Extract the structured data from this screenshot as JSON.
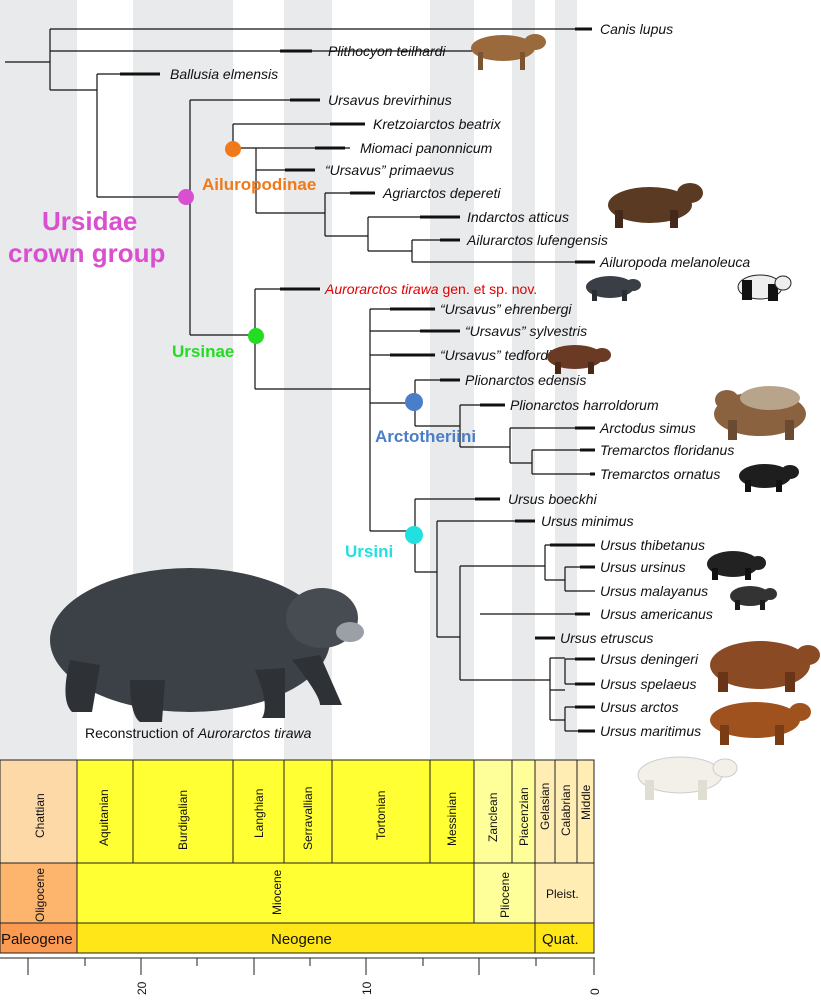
{
  "clades": [
    {
      "label": "Ursidae",
      "color": "#d94fd0"
    },
    {
      "label": "crown group",
      "color": "#d94fd0"
    },
    {
      "label": "Ailuropodinae",
      "color": "#f07a1a"
    },
    {
      "label": "Ursinae",
      "color": "#22dd22"
    },
    {
      "label": "Arctotheriini",
      "color": "#4a7ec8"
    },
    {
      "label": "Ursini",
      "color": "#22e0e0"
    }
  ],
  "taxa": [
    {
      "id": "canis",
      "name": "Canis lupus"
    },
    {
      "id": "plithocyon",
      "name": "Plithocyon teilhardi"
    },
    {
      "id": "ballusia",
      "name": "Ballusia elmensis"
    },
    {
      "id": "ursavus_b",
      "name": "Ursavus brevirhinus"
    },
    {
      "id": "kretzoi",
      "name": "Kretzoiarctos beatrix"
    },
    {
      "id": "miomaci",
      "name": "Miomaci panonnicum"
    },
    {
      "id": "ursavus_p",
      "name": "“Ursavus” primaevus"
    },
    {
      "id": "agriarctos",
      "name": "Agriarctos depereti"
    },
    {
      "id": "indarctos",
      "name": "Indarctos atticus"
    },
    {
      "id": "ailurarctos",
      "name": "Ailurarctos lufengensis"
    },
    {
      "id": "ailuropoda",
      "name": "Ailuropoda melanoleuca"
    },
    {
      "id": "aurorarctos",
      "name": "Aurorarctos tirawa",
      "suffix": " gen. et sp. nov."
    },
    {
      "id": "ursavus_e",
      "name": "“Ursavus” ehrenbergi"
    },
    {
      "id": "ursavus_s",
      "name": "“Ursavus” sylvestris"
    },
    {
      "id": "ursavus_t",
      "name": "“Ursavus” tedfordi"
    },
    {
      "id": "plio_e",
      "name": "Plionarctos edensis"
    },
    {
      "id": "plio_h",
      "name": "Plionarctos harroldorum"
    },
    {
      "id": "arctodus",
      "name": "Arctodus simus"
    },
    {
      "id": "trem_f",
      "name": "Tremarctos floridanus"
    },
    {
      "id": "trem_o",
      "name": "Tremarctos ornatus"
    },
    {
      "id": "u_boeckhi",
      "name": "Ursus boeckhi"
    },
    {
      "id": "u_minimus",
      "name": "Ursus minimus"
    },
    {
      "id": "u_thib",
      "name": "Ursus thibetanus"
    },
    {
      "id": "u_urs",
      "name": "Ursus ursinus"
    },
    {
      "id": "u_mal",
      "name": "Ursus malayanus"
    },
    {
      "id": "u_amer",
      "name": "Ursus americanus"
    },
    {
      "id": "u_etr",
      "name": "Ursus etruscus"
    },
    {
      "id": "u_den",
      "name": "Ursus deningeri"
    },
    {
      "id": "u_spel",
      "name": "Ursus spelaeus"
    },
    {
      "id": "u_arc",
      "name": "Ursus arctos"
    },
    {
      "id": "u_mar",
      "name": "Ursus maritimus"
    }
  ],
  "timescale": {
    "stages": [
      "Chattian",
      "Aquitanian",
      "Burdigalian",
      "Langhian",
      "Serravallian",
      "Tortonian",
      "Messinian",
      "Zanclean",
      "Piacenzian",
      "Gelasian",
      "Calabrian",
      "Middle"
    ],
    "epochs": [
      "Oligocene",
      "Miocene",
      "Pliocene",
      "Pleist."
    ],
    "periods": [
      "Paleogene",
      "Neogene",
      "Quat."
    ]
  },
  "axis": {
    "ticks": [
      "20",
      "10",
      "0"
    ]
  },
  "caption": {
    "prefix": "Reconstruction of ",
    "name": "Aurorarctos tirawa"
  }
}
